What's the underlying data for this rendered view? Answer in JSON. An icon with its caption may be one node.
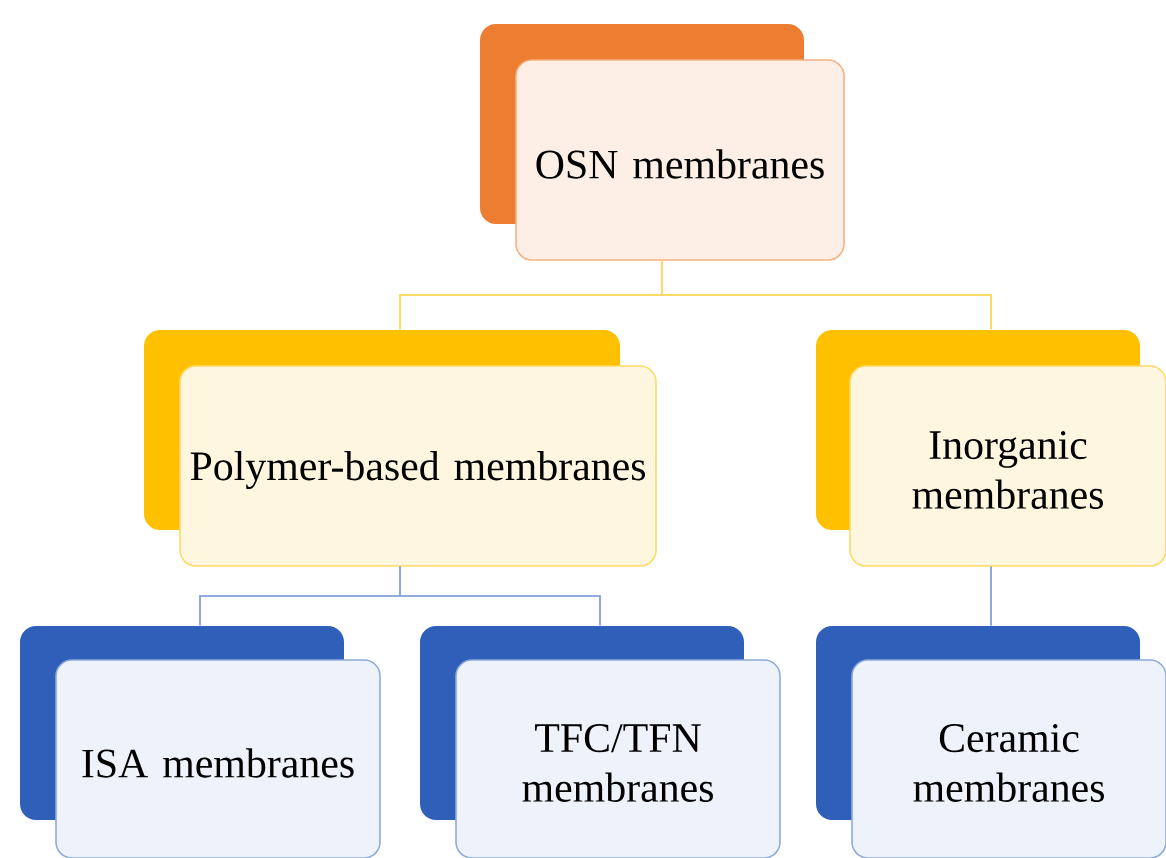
{
  "diagram": {
    "nodes": [
      {
        "text": [
          "OSN membranes"
        ]
      },
      {
        "text": [
          "Polymer-based membranes"
        ]
      },
      {
        "text": [
          "Inorganic membranes"
        ]
      },
      {
        "text": [
          "ISA membranes"
        ]
      },
      {
        "text": [
          "TFC/TFN membranes"
        ]
      },
      {
        "text": [
          "Ceramic membranes"
        ]
      }
    ],
    "edges": [
      {
        "from": 0,
        "to": 1,
        "arrow": "none",
        "color": "#ffd966"
      },
      {
        "from": 0,
        "to": 2,
        "arrow": "none",
        "color": "#ffd966"
      },
      {
        "from": 1,
        "to": 3,
        "arrow": "none"
      },
      {
        "from": 1,
        "to": 4,
        "arrow": "none"
      },
      {
        "from": 2,
        "to": 5,
        "arrow": "none"
      }
    ]
  }
}
